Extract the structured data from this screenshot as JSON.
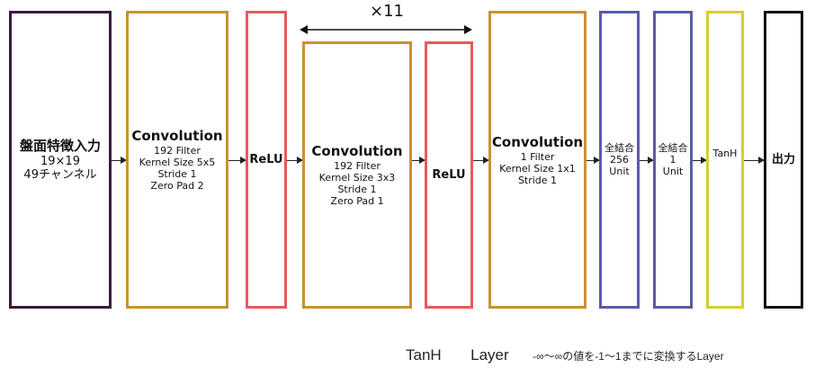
{
  "repeat_label": "×11",
  "layers": {
    "input": {
      "lines": [
        "盤面特徴入力",
        "19×19",
        "49チャンネル"
      ]
    },
    "conv1": {
      "title": "Convolution",
      "lines": [
        "192 Filter",
        "Kernel Size 5x5",
        "Stride 1",
        "Zero Pad 2"
      ]
    },
    "relu1": {
      "title": "ReLU"
    },
    "conv2": {
      "title": "Convolution",
      "lines": [
        "192 Filter",
        "Kernel Size 3x3",
        "Stride 1",
        "Zero Pad 1"
      ]
    },
    "relu2": {
      "title": "ReLU"
    },
    "conv3": {
      "title": "Convolution",
      "lines": [
        "1 Filter",
        "Kernel Size 1x1",
        "Stride 1"
      ]
    },
    "fc1": {
      "lines": [
        "全結合",
        "256",
        "Unit"
      ]
    },
    "fc2": {
      "lines": [
        "全結合",
        "1",
        "Unit"
      ]
    },
    "tanh": {
      "title": "TanH"
    },
    "output": {
      "title": "出力"
    }
  },
  "footer": {
    "name": "TanH",
    "layer": "Layer",
    "desc": "-∞〜∞の値を-1〜1までに変換するLayer"
  },
  "colors": {
    "input": "#3b1a3f",
    "conv": "#c9922e",
    "relu": "#e85a5a",
    "fc": "#5a5aa8",
    "tanh": "#d8cf2a",
    "output": "#111111"
  }
}
